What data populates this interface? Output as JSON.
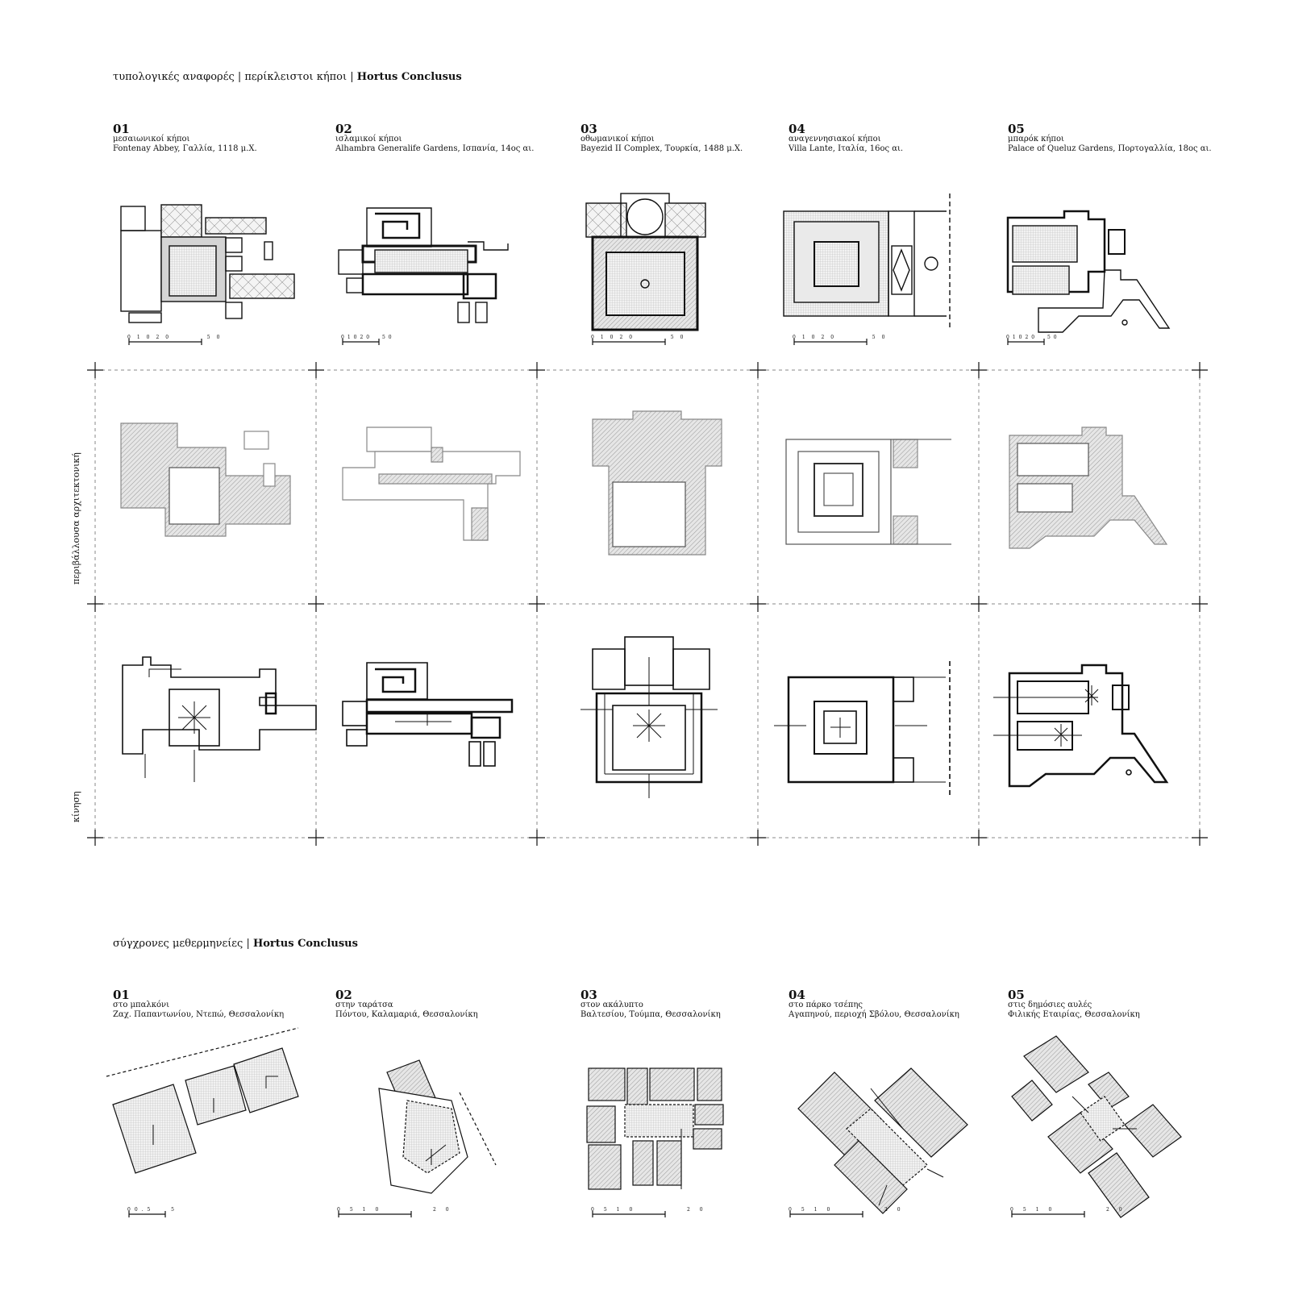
{
  "section1": {
    "title_plain": "τυπολογικές αναφορές | περίκλειστοι κήποι | ",
    "title_bold": "Hortus Conclusus",
    "columns": [
      {
        "num": "01",
        "type": "μεσαιωνικοί κήποι",
        "place": "Fontenay Abbey, Γαλλία, 1118 μ.Χ.",
        "scale": [
          "0",
          "10",
          "20",
          "50"
        ]
      },
      {
        "num": "02",
        "type": "ισλαμικοί κήποι",
        "place": "Alhambra Generalife Gardens, Ισπανία, 14ος αι.",
        "scale": [
          "0",
          "10",
          "20",
          "50"
        ]
      },
      {
        "num": "03",
        "type": "οθωμανικοί κήποι",
        "place": "Bayezid II Complex, Τουρκία, 1488 μ.Χ.",
        "scale": [
          "0",
          "10",
          "20",
          "50"
        ]
      },
      {
        "num": "04",
        "type": "αναγεννησιακοί  κήποι",
        "place": "Villa Lante, Ιταλία, 16ος αι.",
        "scale": [
          "0",
          "10",
          "20",
          "50"
        ]
      },
      {
        "num": "05",
        "type": "μπαρόκ κήποι",
        "place": "Palace of Queluz Gardens, Πορτογαλλία, 18ος αι.",
        "scale": [
          "0",
          "10",
          "20",
          "50"
        ]
      }
    ],
    "row_labels": {
      "enclosure": "περιβάλλουσα αρχιτεκτονική",
      "movement": "κίνηση"
    }
  },
  "section2": {
    "title_plain": "σύγχρονες μεθερμηνείες | ",
    "title_bold": "Hortus Conclusus",
    "columns": [
      {
        "num": "01",
        "place": "στο μπαλκόνι",
        "address": "Ζαχ. Παπαντωνίου, Ντεπώ, Θεσσαλονίκη",
        "scale": [
          "0",
          "0.5",
          "5"
        ]
      },
      {
        "num": "02",
        "place": "στην ταράτσα",
        "address": "Πόντου, Καλαμαριά, Θεσσαλονίκη",
        "scale": [
          "0",
          "5",
          "10",
          "20"
        ]
      },
      {
        "num": "03",
        "place": "στον ακάλυπτο",
        "address": "Βαλτεσίου, Τούμπα, Θεσσαλονίκη",
        "scale": [
          "0",
          "5",
          "10",
          "20"
        ]
      },
      {
        "num": "04",
        "place": "στο πάρκο τσέπης",
        "address": "Αγαπηνού, περιοχή Σβόλου, Θεσσαλονίκη",
        "scale": [
          "0",
          "5",
          "10",
          "20"
        ]
      },
      {
        "num": "05",
        "place": "στις δημόσιες αυλές",
        "address": "Φιλικής Εταιρίας, Θεσσαλονίκη",
        "scale": [
          "0",
          "5",
          "10",
          "20"
        ]
      }
    ]
  },
  "colors": {
    "ink": "#111111",
    "hatch": "#9a9a9a",
    "grid": "#888888",
    "fill": "#dcdcdc"
  }
}
